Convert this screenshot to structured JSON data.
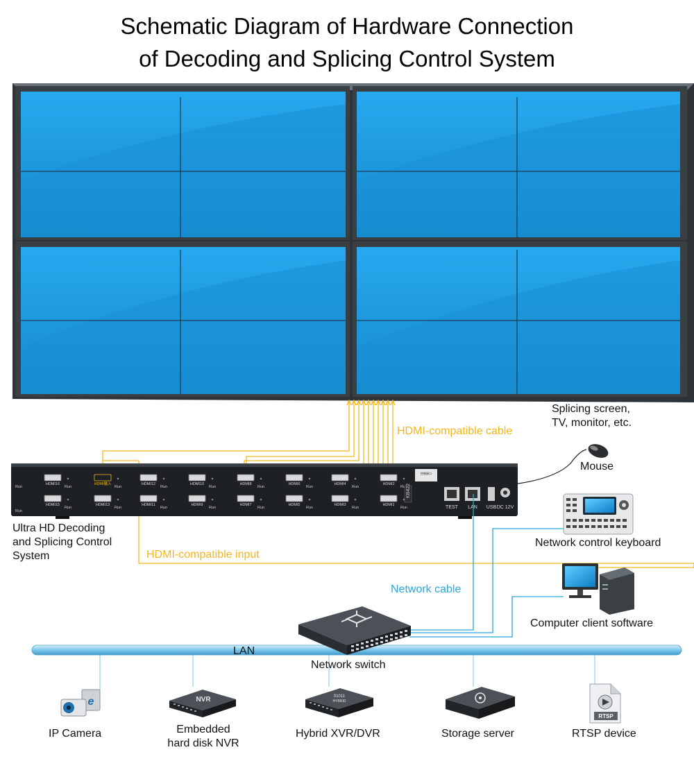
{
  "title_line1": "Schematic Diagram of Hardware Connection",
  "title_line2": "of Decoding and Splicing Control System",
  "labels": {
    "screen_line1": "Splicing screen,",
    "screen_line2": "TV, monitor, etc.",
    "hdmi_cable": "HDMI-compatible cable",
    "mouse": "Mouse",
    "decoder_line1": "Ultra HD Decoding",
    "decoder_line2": "and Splicing Control",
    "decoder_line3": "System",
    "keyboard": "Network control keyboard",
    "hdmi_input": "HDMI-compatible input",
    "network_cable": "Network cable",
    "computer": "Computer client software",
    "lan": "LAN",
    "switch": "Network switch",
    "ip_camera": "IP Camera",
    "nvr_line1": "Embedded",
    "nvr_line2": "hard disk NVR",
    "xvr": "Hybrid XVR/DVR",
    "storage": "Storage server",
    "rtsp": "RTSP device"
  },
  "device_text": {
    "nvr_badge": "NVR",
    "xvr_badge": "01011",
    "xvr_badge2": "HYBRID",
    "rtsp_badge": "RTSP"
  },
  "decoder_ports": {
    "top": [
      "HDMI16",
      "HDMI输入",
      "HDMI12",
      "HDMI10",
      "HDMI8",
      "HDMI6",
      "HDMI4",
      "HDMI2"
    ],
    "bottom": [
      "HDMI15",
      "HDMI13",
      "HDMI11",
      "HDMI9",
      "HDMI7",
      "HDMI5",
      "HDMI3",
      "HDMI1"
    ],
    "run": "Run",
    "kb": "KB422",
    "test": "TEST",
    "lan": "LAN",
    "usb": "USB",
    "dc": "DC 12V"
  },
  "colors": {
    "hdmi_cable": "#f3b61f",
    "network_cable": "#2aa6dc",
    "screen": "#1f9be0",
    "bezel": "#3a3f44",
    "lan_bus": "#8fd0ee"
  }
}
